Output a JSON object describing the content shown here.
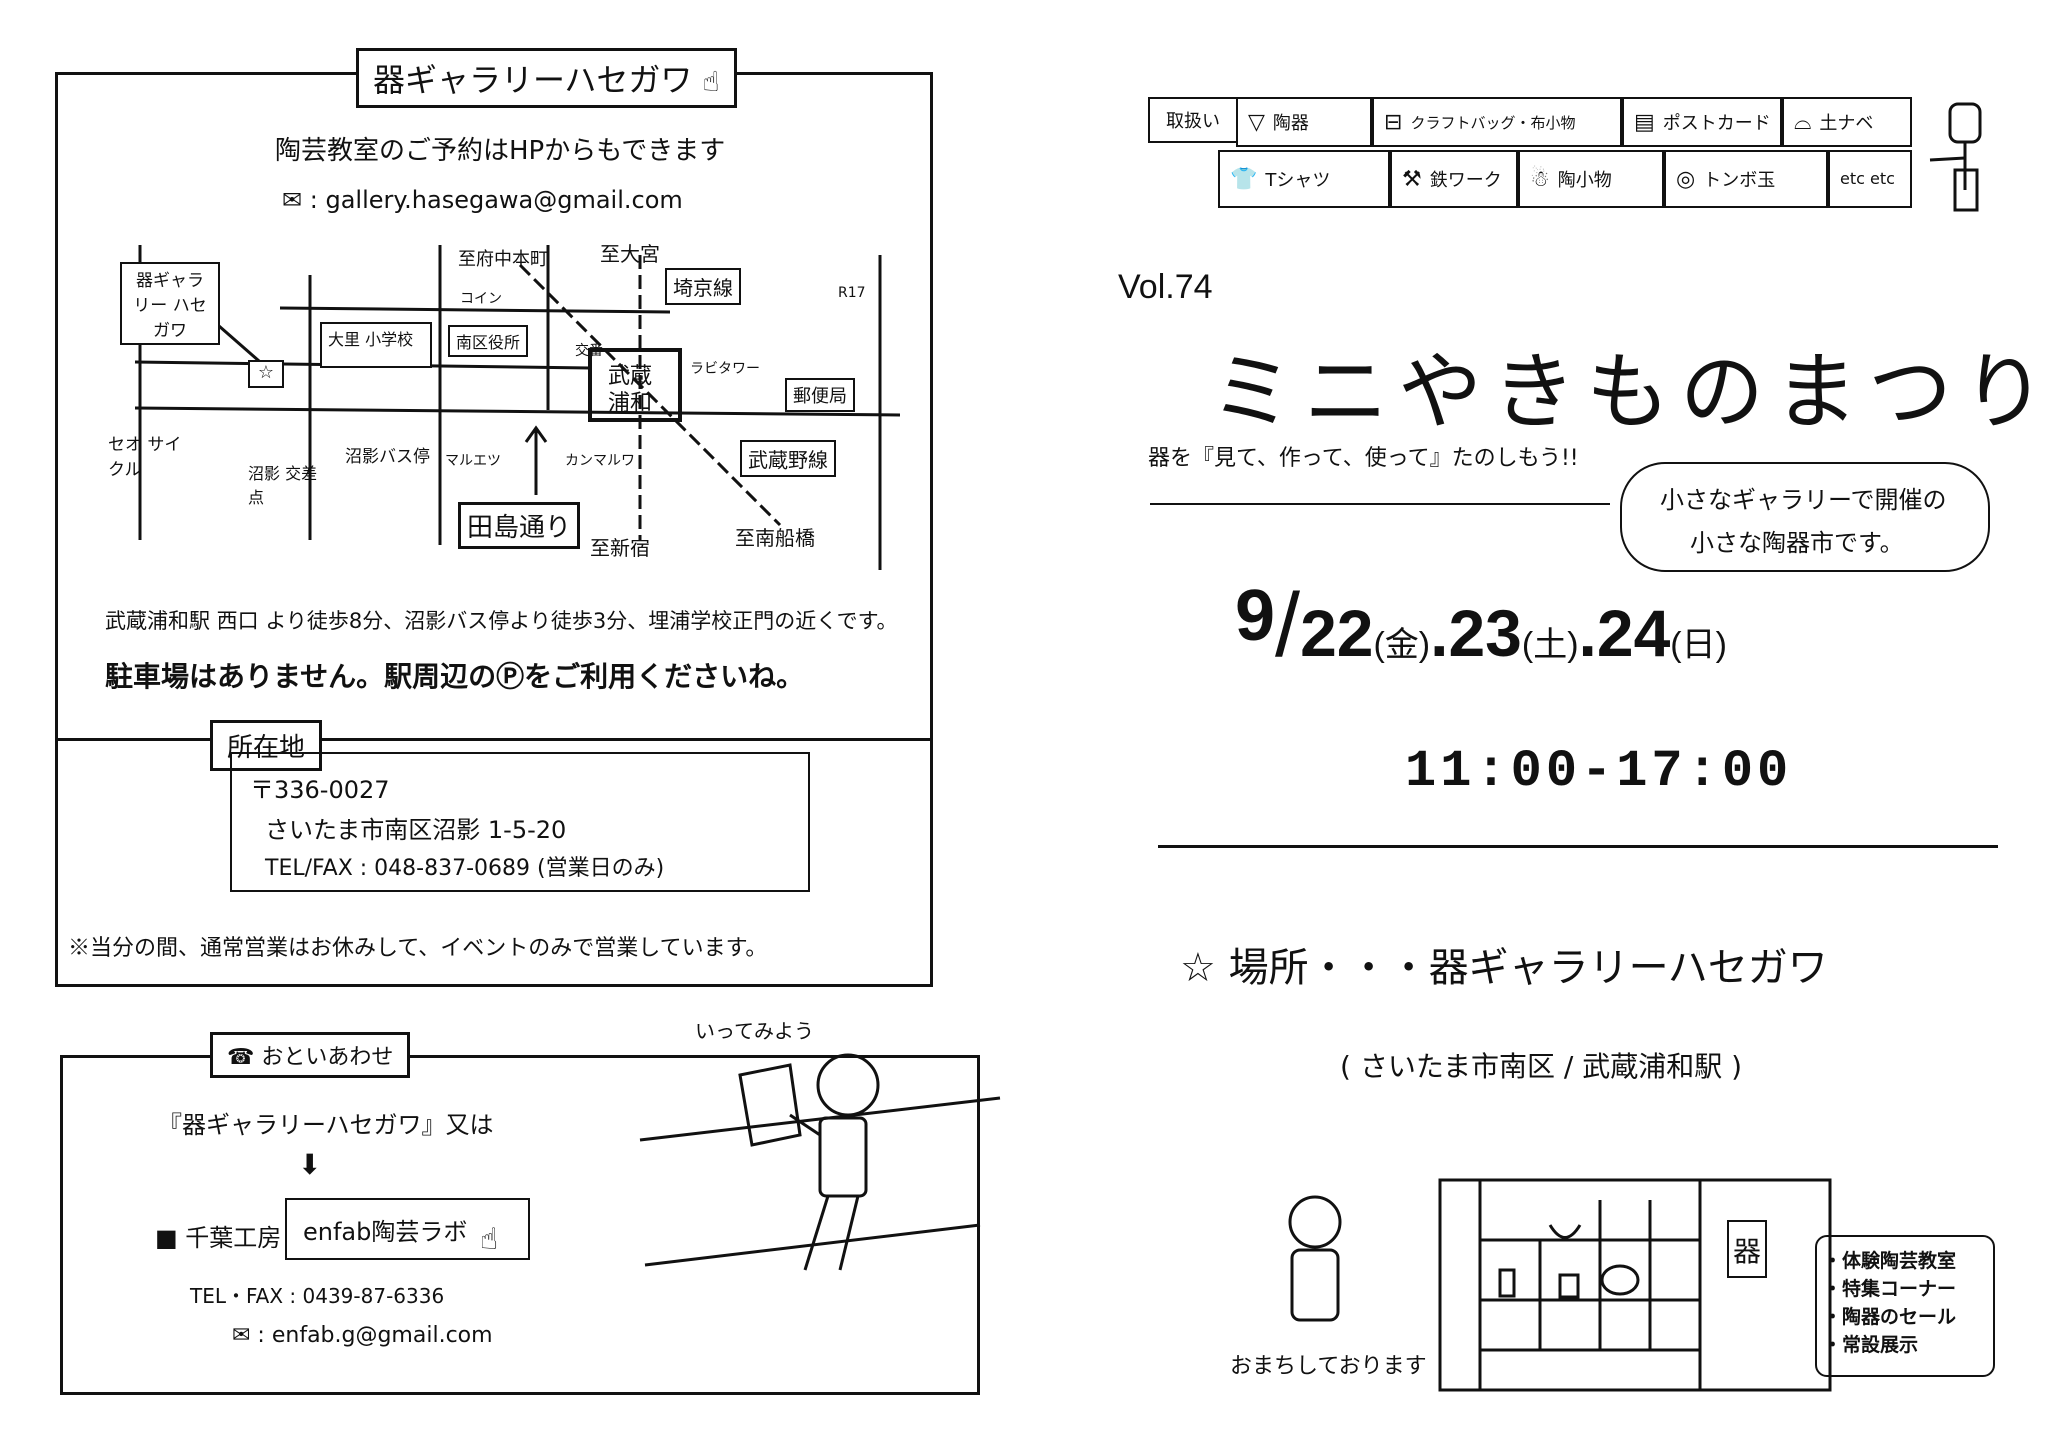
{
  "left": {
    "gallery_name": "器ギャラリーハセガワ",
    "reservation": "陶芸教室のご予約はHPからもできます",
    "email": "gallery.hasegawa@gmail.com",
    "map": {
      "gallery_label": "器ギャラリー ハセガワ",
      "to_fuchu": "至府中本町",
      "to_omiya": "至大宮",
      "coin_p": "コイン",
      "saikyo": "埼京線",
      "r17": "R17",
      "omaki_school": "大里 小学校",
      "minami_ward": "南区役所",
      "koban": "交番",
      "station_1": "武蔵",
      "station_2": "浦和",
      "lavita": "ラビタワー",
      "post": "郵便局",
      "seo_cycle": "セオ サイクル",
      "numakage_bus": "沼影バス停",
      "marue": "マルエツ",
      "kanjimaru": "カンマルワ",
      "musashino": "武蔵野線",
      "numakage_park": "沼影 交差点",
      "tajima": "田島通り",
      "to_shinjuku": "至新宿",
      "to_funabashi": "至南船橋"
    },
    "access_1": "武蔵浦和駅 西口 より徒歩8分、沼影バス停より徒歩3分、埋浦学校正門の近くです。",
    "access_2": "駐車場はありません。駅周辺のⓅをご利用くださいね。",
    "address_title": "所在地",
    "postal": "〒336-0027",
    "address": "さいたま市南区沼影 1-5-20",
    "tel": "TEL/FAX : 048-837-0689 (営業日のみ)",
    "notice": "※当分の間、通常営業はお休みして、イベントのみで営業しています。",
    "contact_title": "おといあわせ",
    "contact_line": "『器ギャラリーハセガワ』又は",
    "arrow": "⬇",
    "chiba": "■ 千葉工房",
    "enfab": "enfab陶芸ラボ",
    "contact_tel": "TEL・FAX : 0439-87-6336",
    "contact_email": "enfab.g@gmail.com",
    "walker_caption": "いってみよう"
  },
  "right": {
    "categories_label": "取扱い",
    "categories_row1": [
      "陶器",
      "クラフトバッグ・布小物",
      "ポストカード",
      "土ナベ"
    ],
    "categories_row2": [
      "Tシャツ",
      "鉄ワーク",
      "陶小物",
      "トンボ玉",
      "etc etc"
    ],
    "vol": "Vol.74",
    "title": "ミニやきものまつり",
    "subtitle": "器を『見て、作って、使って』たのしもう!!",
    "bubble_1": "小さなギャラリーで開催の",
    "bubble_2": "小さな陶器市です。",
    "date_month": "9",
    "date_22": "22",
    "day_22": "(金)",
    "date_23": ".23",
    "day_23": "(土)",
    "date_24": ".24",
    "day_24": "(日)",
    "time": "11:00-17:00",
    "place": "☆ 場所・・・器ギャラリーハセガワ",
    "place_sub": "( さいたま市南区 / 武蔵浦和駅 )",
    "greeting": "おまちしております",
    "shop_sign": "器",
    "features": [
      "・体験陶芸教室",
      "・特集コーナー",
      "・陶器のセール",
      "・常設展示"
    ]
  }
}
